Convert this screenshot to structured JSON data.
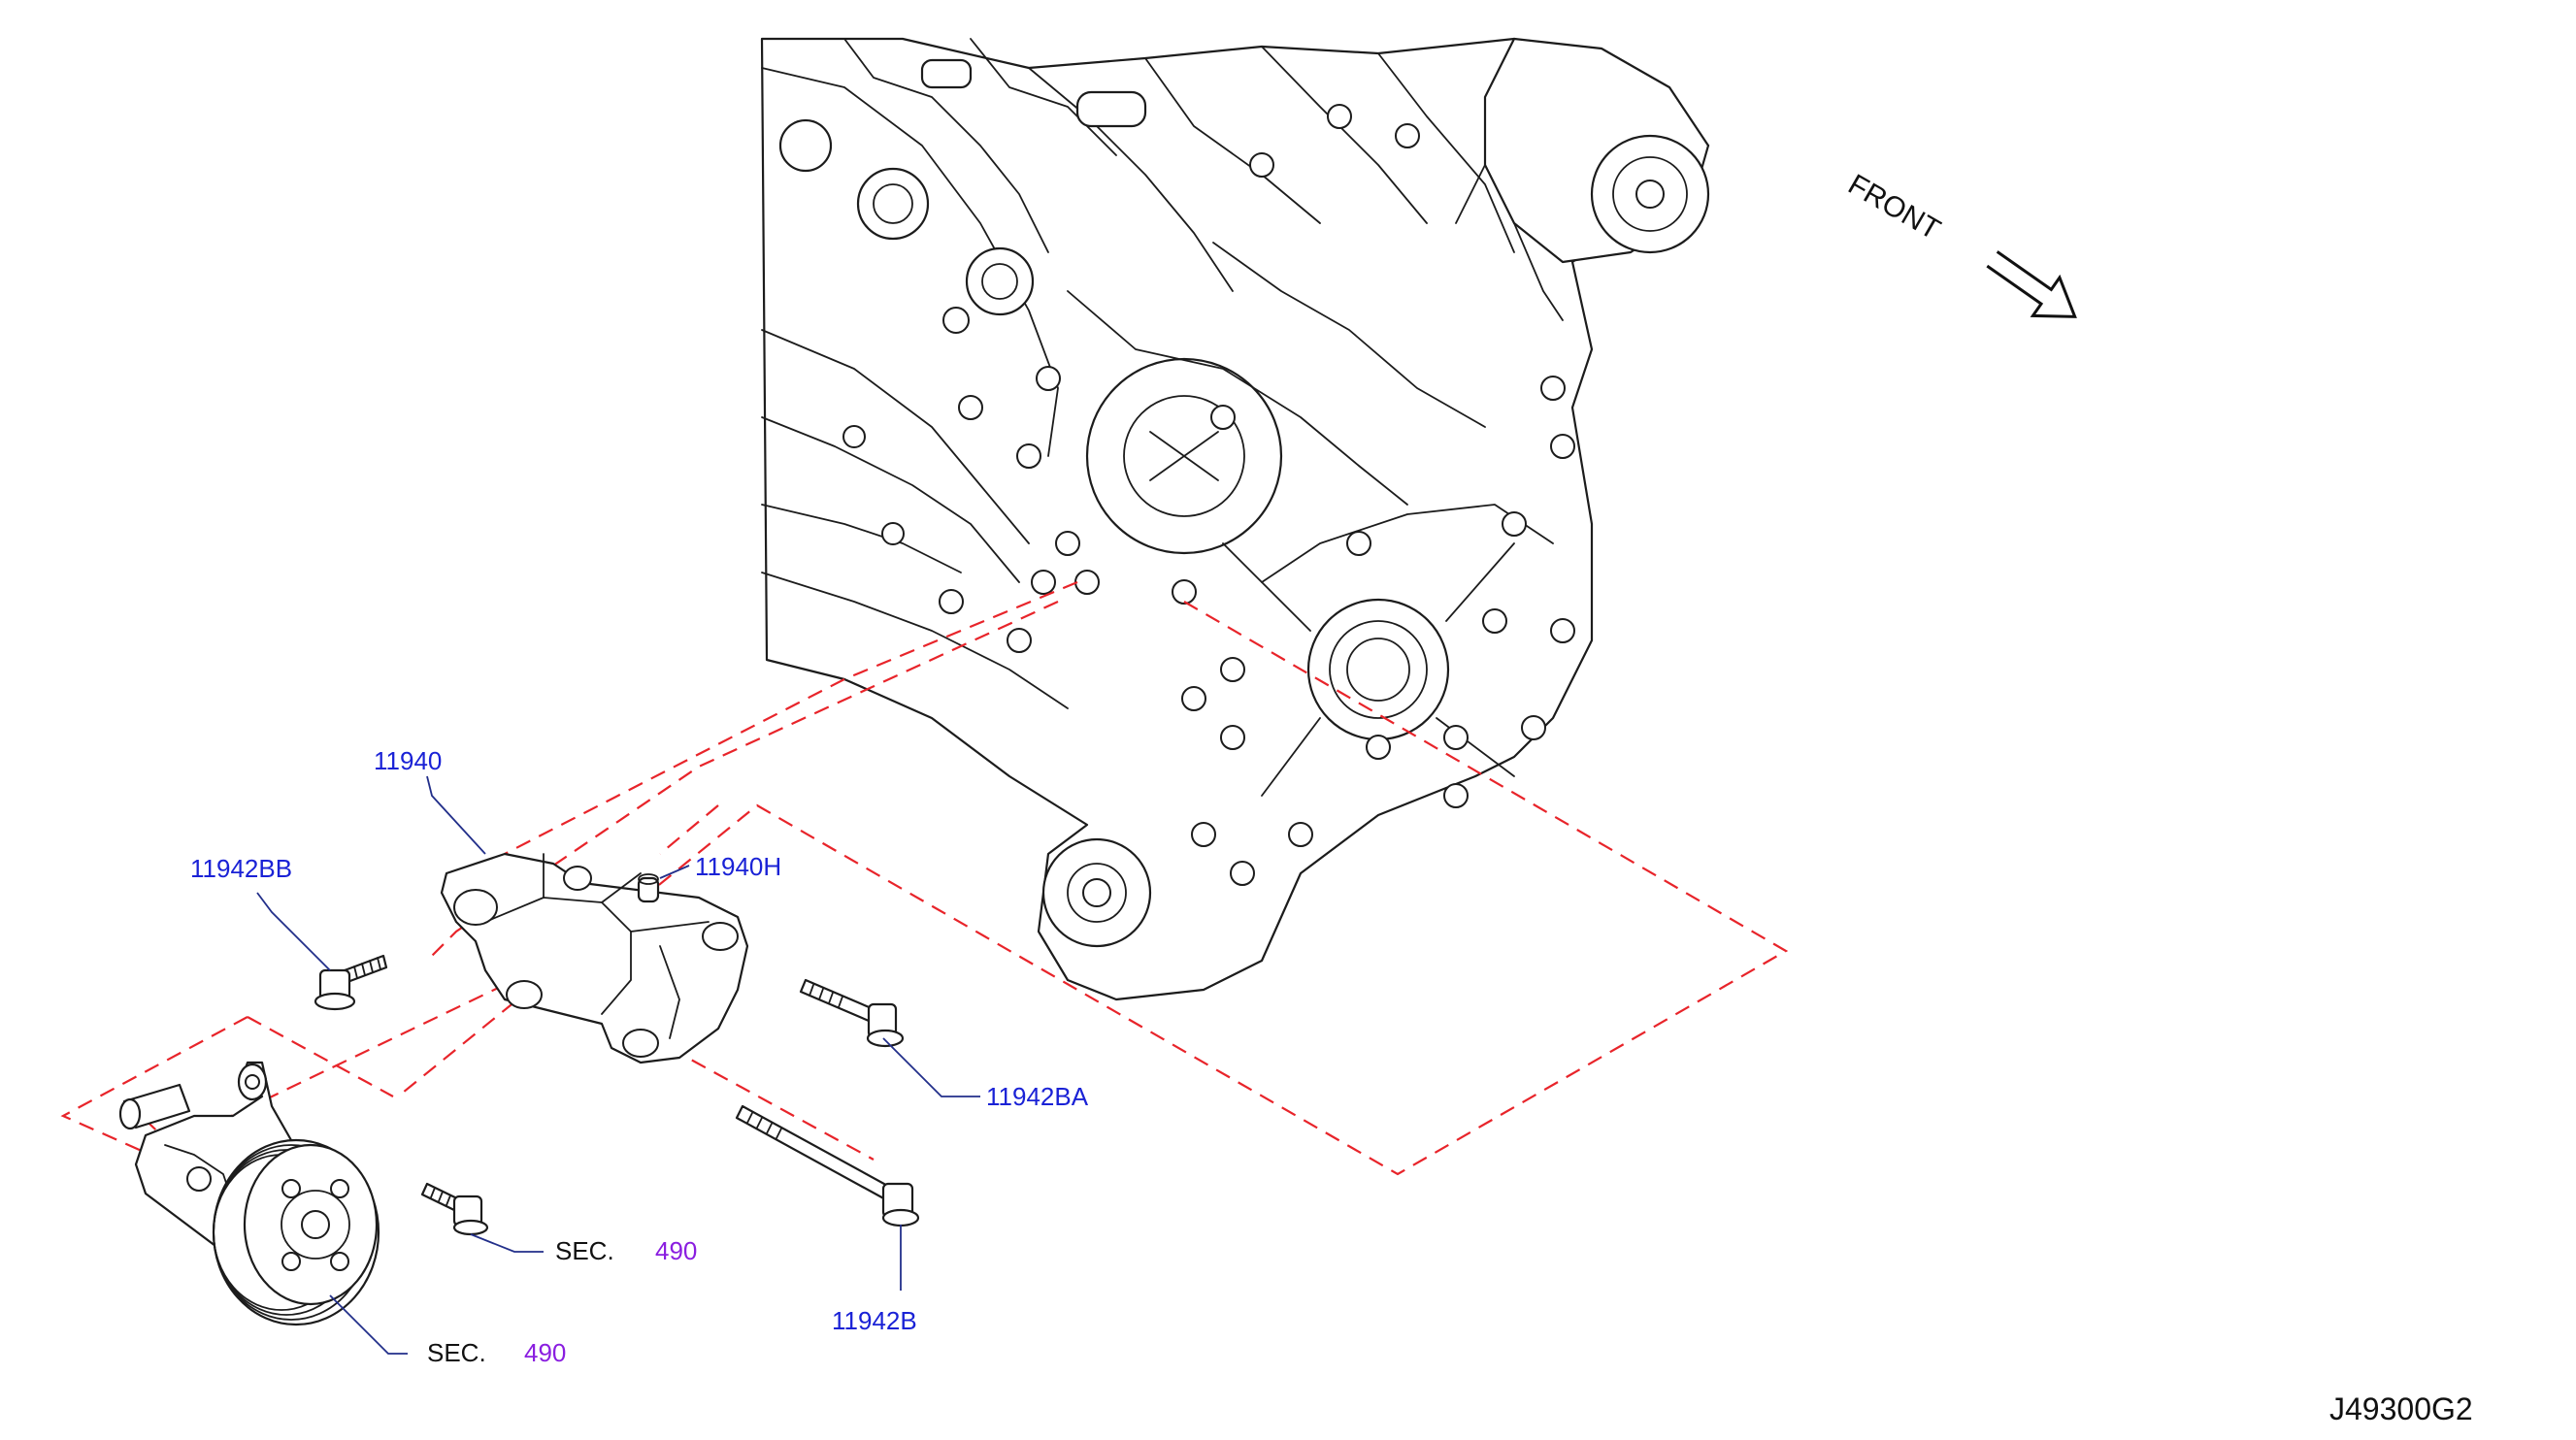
{
  "direction": {
    "label": "FRONT",
    "icon": "front-arrow-icon"
  },
  "diagram_code": "J49300G2",
  "callouts": {
    "bracket": "11940",
    "bolt_bb": "11942BB",
    "spacer_h": "11940H",
    "bolt_ba": "11942BA",
    "bolt_b": "11942B",
    "sec_bolt_prefix": "SEC.",
    "sec_bolt_number": "490",
    "sec_pump_prefix": "SEC.",
    "sec_pump_number": "490"
  },
  "colors": {
    "part_number": "#1a22d6",
    "section_number": "#8a1ee0",
    "dashed_guide": "#e8242a",
    "line_art": "#1c1c1c"
  }
}
